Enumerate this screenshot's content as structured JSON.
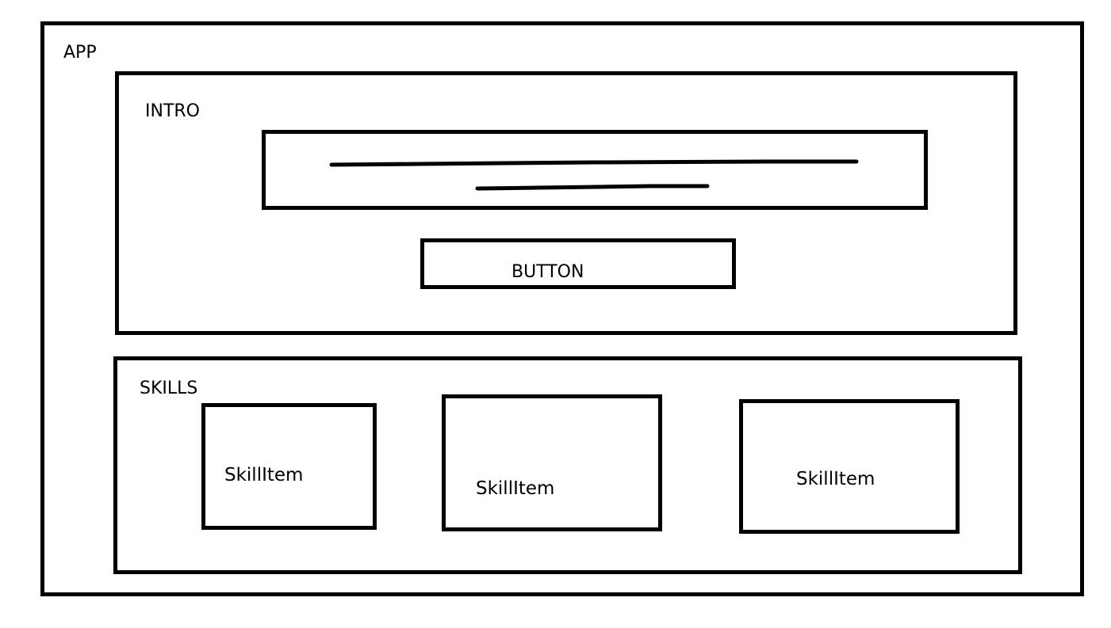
{
  "app": {
    "label": "APP"
  },
  "intro": {
    "label": "INTRO",
    "text_block": {
      "content": "scribbled-text-lines"
    },
    "button": {
      "label": "BUTTON"
    }
  },
  "skills": {
    "label": "SKILLS",
    "items": [
      {
        "label": "SkillItem"
      },
      {
        "label": "SkillItem"
      },
      {
        "label": "SkillItem"
      }
    ]
  },
  "colors": {
    "stroke": "#000000",
    "background": "#ffffff"
  }
}
